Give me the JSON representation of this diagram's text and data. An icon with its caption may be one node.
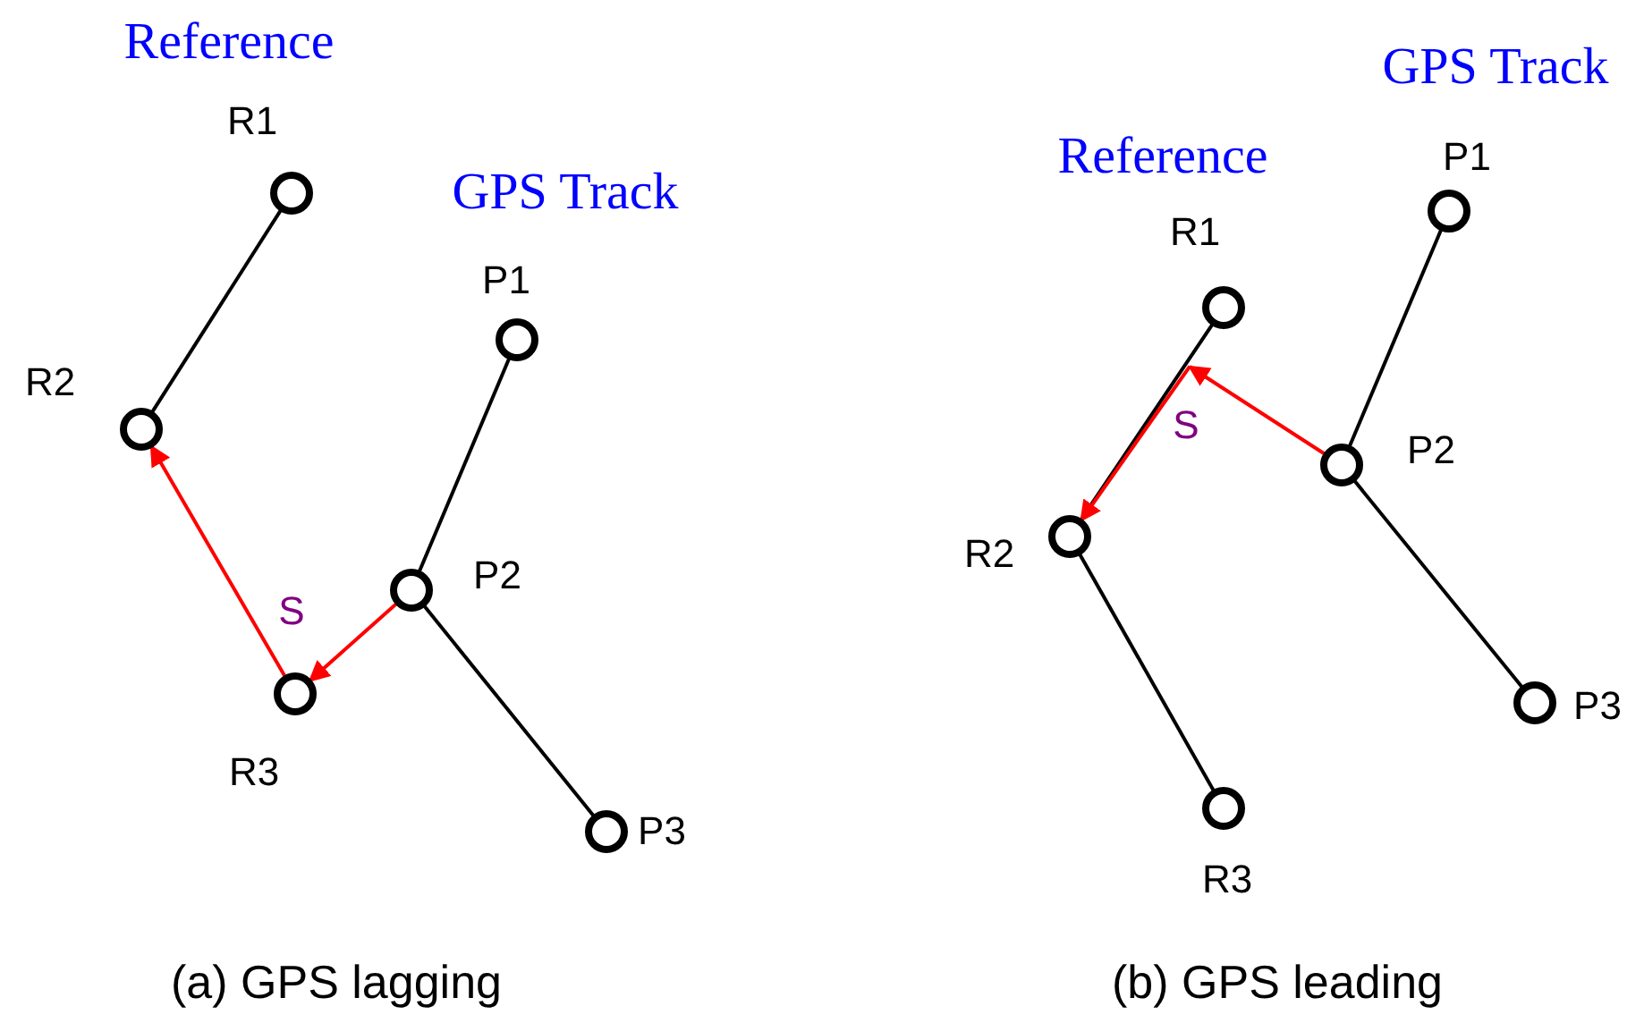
{
  "diagram": {
    "nodes": [
      {
        "text": [],
        "shape": "circle",
        "beside": [
          "R1"
        ]
      },
      {
        "text": [],
        "shape": "circle",
        "beside": [
          "R2"
        ]
      },
      {
        "text": [],
        "shape": "circle",
        "beside": [
          "R3"
        ]
      },
      {
        "text": [],
        "shape": "circle",
        "beside": [
          "P1"
        ]
      },
      {
        "text": [],
        "shape": "circle",
        "beside": [
          "P2"
        ]
      },
      {
        "text": [],
        "shape": "circle",
        "beside": [
          "P3"
        ]
      },
      {
        "text": [],
        "shape": "circle",
        "beside": [
          "R1"
        ]
      },
      {
        "text": [],
        "shape": "circle",
        "beside": [
          "R2"
        ]
      },
      {
        "text": [],
        "shape": "circle",
        "beside": [
          "R3"
        ]
      },
      {
        "text": [],
        "shape": "circle",
        "beside": [
          "P1"
        ]
      },
      {
        "text": [],
        "shape": "circle",
        "beside": [
          "P2"
        ]
      },
      {
        "text": [],
        "shape": "circle",
        "beside": [
          "P3"
        ]
      }
    ],
    "edges": [
      {
        "from": 0,
        "to": 1,
        "arrow": "none"
      },
      {
        "from": 3,
        "to": 4,
        "arrow": "none"
      },
      {
        "from": 4,
        "to": 5,
        "arrow": "none"
      },
      {
        "from": 4,
        "to": 2,
        "arrow": "to",
        "color": "#ff0000",
        "label": "S"
      },
      {
        "from": 2,
        "to": 1,
        "arrow": "to",
        "color": "#ff0000"
      },
      {
        "from": 6,
        "to": 7,
        "arrow": "none"
      },
      {
        "from": 7,
        "to": 8,
        "arrow": "none"
      },
      {
        "from": 9,
        "to": 10,
        "arrow": "none"
      },
      {
        "from": 10,
        "to": 11,
        "arrow": "none"
      },
      {
        "from": 10,
        "to": null,
        "arrow": "to",
        "color": "#ff0000"
      },
      {
        "from": null,
        "to": 7,
        "arrow": "to",
        "color": "#ff0000",
        "label": "S"
      }
    ],
    "labels": [
      "Reference",
      "GPS Track",
      "(a) GPS lagging",
      "Reference",
      "GPS Track",
      "(b) GPS leading"
    ]
  }
}
